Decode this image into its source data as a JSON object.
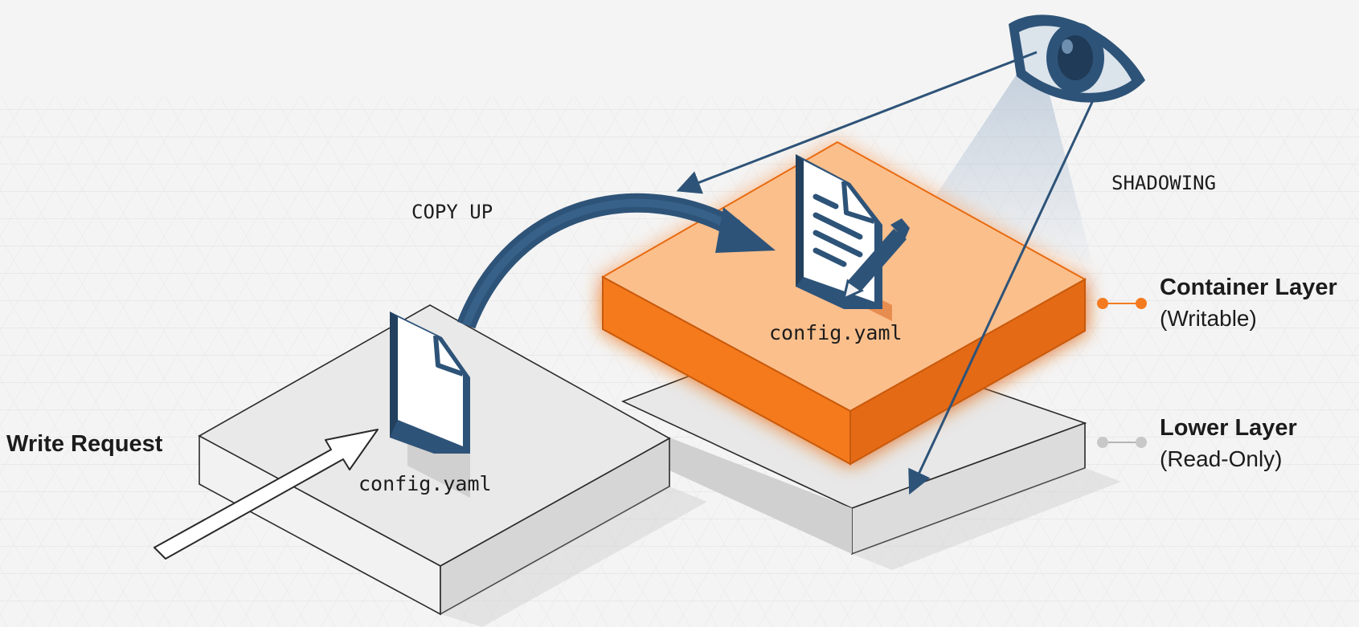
{
  "labels": {
    "write_request": "Write Request",
    "copy_up": "COPY UP",
    "shadowing": "SHADOWING",
    "file_lower": "config.yaml",
    "file_upper": "config.yaml"
  },
  "legend": {
    "container": {
      "title": "Container Layer",
      "subtitle": "(Writable)"
    },
    "lower": {
      "title": "Lower Layer",
      "subtitle": "(Read-Only)"
    }
  },
  "colors": {
    "accent_orange": "#f47a1f",
    "navy": "#2e5378",
    "layer_gray": "#e7e7e7"
  },
  "icons": [
    "file-icon",
    "document-edit-icon",
    "eye-icon",
    "pencil-icon"
  ]
}
